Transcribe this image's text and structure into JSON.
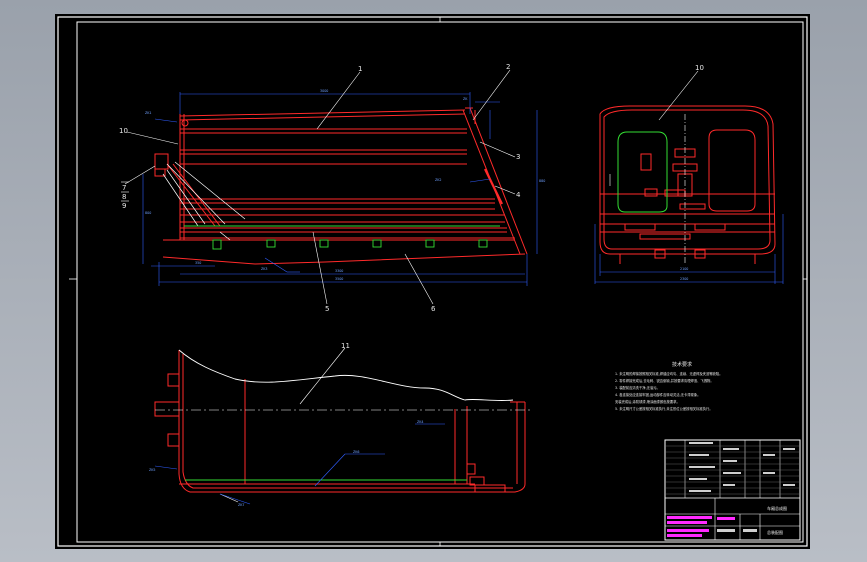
{
  "sheet": {
    "background": "#000000",
    "line_colors": {
      "outline": "#ff2a2a",
      "dimension": "#2f5dff",
      "leader": "#ffffff",
      "hidden": "#33dd33"
    }
  },
  "callouts": {
    "front": [
      "1",
      "2",
      "3",
      "4",
      "5",
      "6",
      "7",
      "8",
      "9",
      "10"
    ],
    "side": [
      "10"
    ],
    "bottom": [
      "11"
    ]
  },
  "tech_notes": {
    "heading": "技术要求",
    "lines": [
      "1. 未注明的焊接按照相关标准,焊缝应均匀、连续、无虚焊及夹渣等缺陷。",
      "2. 零件焊接完成后,去毛刺、锐边倒钝,并按要求清理焊渣、飞溅物。",
      "3. 装配前应清洗干净,无油污。",
      "4. 各连接处应连接牢固,运动部件应转动灵活,无卡滞现象。",
      "   安装完成后,涂防锈漆,喷涂面漆颜色按要求。",
      "5. 未注明尺寸公差按相关标准执行,未注形位公差按相关标准执行。"
    ]
  },
  "title_block": {
    "drawing_name": "车厢总成图",
    "subtitle": "总装配图"
  }
}
